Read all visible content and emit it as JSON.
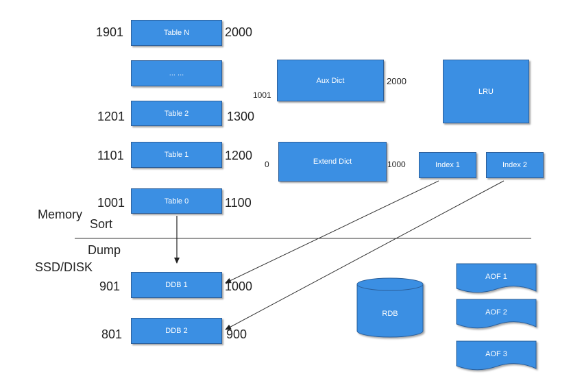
{
  "tables": [
    {
      "label": "Table N",
      "left_num": "1901",
      "right_num": "2000"
    },
    {
      "label": "... ...",
      "left_num": "",
      "right_num": ""
    },
    {
      "label": "Table 2",
      "left_num": "1201",
      "right_num": "1300"
    },
    {
      "label": "Table 1",
      "left_num": "1101",
      "right_num": "1200"
    },
    {
      "label": "Table 0",
      "left_num": "1001",
      "right_num": "1100"
    }
  ],
  "aux_dict": {
    "label": "Aux Dict",
    "left_num": "1001",
    "right_num": "2000"
  },
  "lru": {
    "label": "LRU"
  },
  "extend_dict": {
    "label": "Extend Dict",
    "left_num": "0",
    "right_num": "1000"
  },
  "indexes": [
    {
      "label": "Index 1"
    },
    {
      "label": "Index 2"
    }
  ],
  "labels": {
    "memory": "Memory",
    "sort": "Sort",
    "dump": "Dump",
    "ssd_disk": "SSD/DISK"
  },
  "ddbs": [
    {
      "label": "DDB 1",
      "left_num": "901",
      "right_num": "1000"
    },
    {
      "label": "DDB 2",
      "left_num": "801",
      "right_num": "900"
    }
  ],
  "rdb": {
    "label": "RDB"
  },
  "aofs": [
    {
      "label": "AOF 1"
    },
    {
      "label": "AOF 2"
    },
    {
      "label": "AOF 3"
    }
  ],
  "colors": {
    "box_fill": "#3b8fe3",
    "box_border": "#2c5e99",
    "line": "#333333"
  }
}
